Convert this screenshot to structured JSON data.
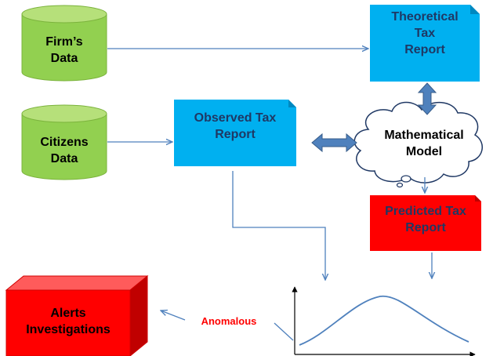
{
  "nodes": {
    "firms_data": "Firm’s\nData",
    "citizens_data": "Citizens\nData",
    "theoretical_report": "Theoretical\nTax\nReport",
    "observed_report": "Observed Tax\nReport",
    "mathematical_model": "Mathematical\nModel",
    "predicted_report": "Predicted Tax\nReport",
    "alerts": "Alerts\nInvestigations",
    "anomalous": "Anomalous"
  },
  "colors": {
    "database_fill": "#92d050",
    "report_fill": "#00b0f0",
    "alert_fill": "#ff0000",
    "arrow": "#4f81bd",
    "anomalous_text": "#ff0000"
  }
}
